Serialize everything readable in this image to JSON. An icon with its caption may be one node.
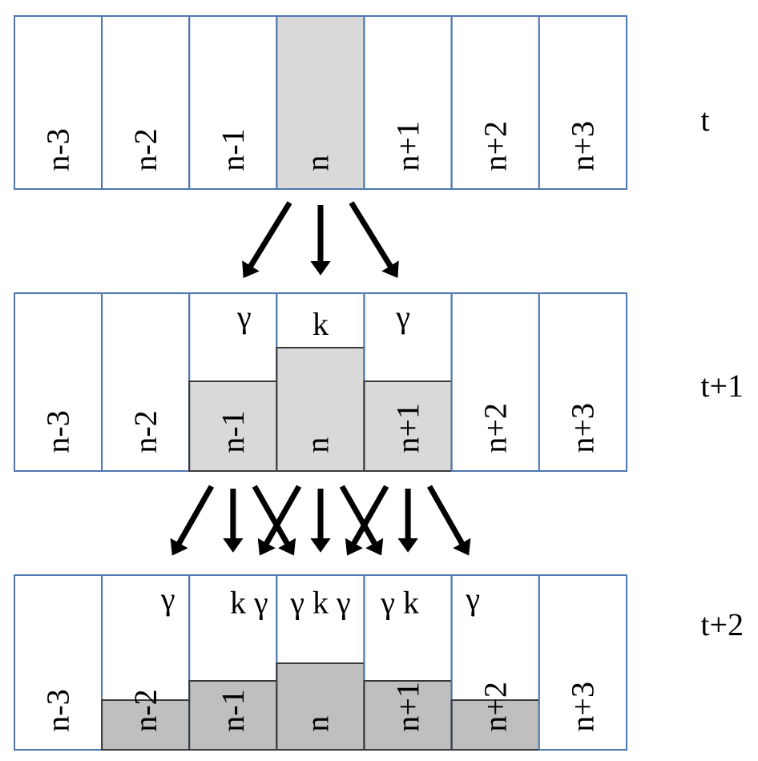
{
  "diagram": {
    "nodes": [
      {
        "text": [
          "n-3"
        ]
      },
      {
        "text": [
          "n-2"
        ]
      },
      {
        "text": [
          "n-1"
        ]
      },
      {
        "text": [
          "n"
        ]
      },
      {
        "text": [
          "n+1"
        ]
      },
      {
        "text": [
          "n+2"
        ]
      },
      {
        "text": [
          "n+3"
        ]
      },
      {
        "text": [
          "n-3"
        ]
      },
      {
        "text": [
          "n-2"
        ]
      },
      {
        "text": [
          "γ",
          "n-1"
        ]
      },
      {
        "text": [
          "k",
          "n"
        ]
      },
      {
        "text": [
          "γ",
          "n+1"
        ]
      },
      {
        "text": [
          "n+2"
        ]
      },
      {
        "text": [
          "n+3"
        ]
      },
      {
        "text": [
          "n-3"
        ]
      },
      {
        "text": [
          "γ",
          "n-2"
        ]
      },
      {
        "text": [
          "k γ",
          "n-1"
        ]
      },
      {
        "text": [
          "γ k γ",
          "n"
        ]
      },
      {
        "text": [
          "γ k",
          "n+1"
        ]
      },
      {
        "text": [
          "γ",
          "n+2"
        ]
      },
      {
        "text": [
          "n+3"
        ]
      }
    ],
    "edges": [
      {
        "from": 3,
        "to": 9,
        "arrow": "to"
      },
      {
        "from": 3,
        "to": 10,
        "arrow": "to"
      },
      {
        "from": 3,
        "to": 11,
        "arrow": "to"
      },
      {
        "from": 9,
        "to": 15,
        "arrow": "to"
      },
      {
        "from": 9,
        "to": 16,
        "arrow": "to"
      },
      {
        "from": 9,
        "to": 17,
        "arrow": "to"
      },
      {
        "from": 10,
        "to": 16,
        "arrow": "to"
      },
      {
        "from": 10,
        "to": 17,
        "arrow": "to"
      },
      {
        "from": 10,
        "to": 18,
        "arrow": "to"
      },
      {
        "from": 11,
        "to": 17,
        "arrow": "to"
      },
      {
        "from": 11,
        "to": 18,
        "arrow": "to"
      },
      {
        "from": 11,
        "to": 19,
        "arrow": "to"
      }
    ],
    "labels": [
      "t",
      "t+1",
      "t+2"
    ]
  }
}
